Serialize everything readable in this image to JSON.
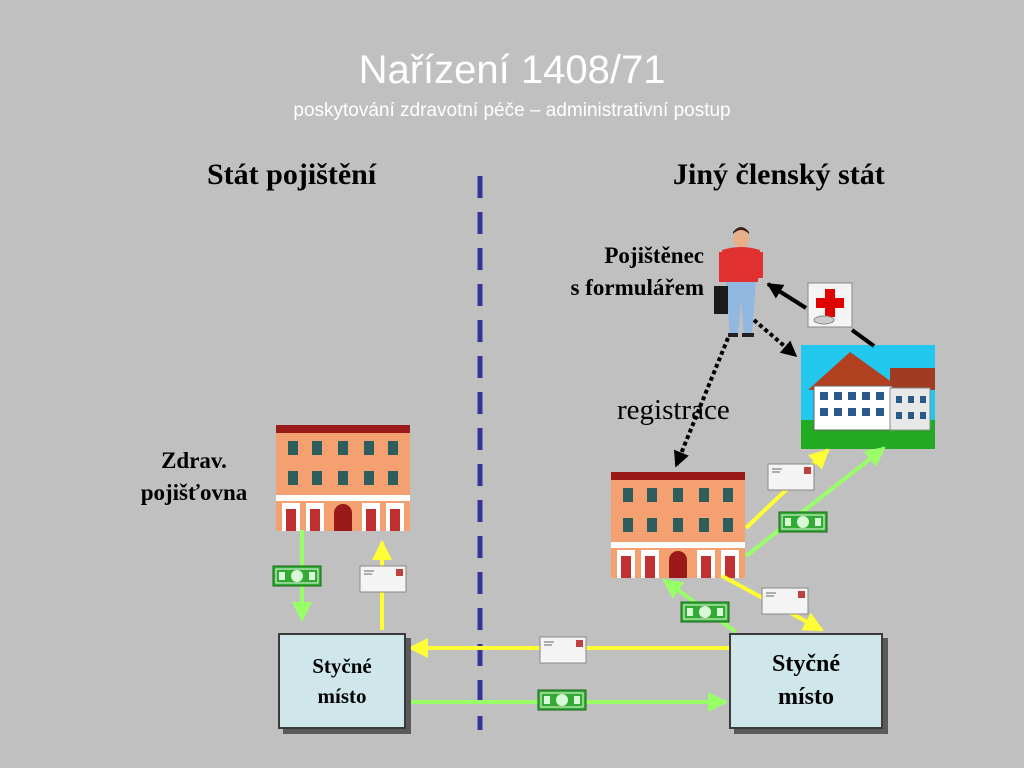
{
  "title": "Nařízení 1408/71",
  "subtitle": "poskytování zdravotní péče – administrativní postup",
  "left_header": "Stát pojištění",
  "right_header": "Jiný členský stát",
  "insured_label": [
    "Pojištěnec",
    "s formulářem"
  ],
  "insurer_label": [
    "Zdrav.",
    "pojišťovna"
  ],
  "registration_label": "registrace",
  "contact_point_left": [
    "Styčné",
    "místo"
  ],
  "contact_point_right": [
    "Styčné",
    "místo"
  ],
  "colors": {
    "background": "#c0c0c0",
    "divider": "#33339a",
    "document_flow": "#ffff33",
    "payment_flow": "#99ff66",
    "contact_box": "#cfe7ea",
    "building": "#f4a070",
    "roof": "#9a1a1a"
  },
  "icons": [
    "person-with-briefcase-icon",
    "medical-cross-icon",
    "hospital-building-icon",
    "office-building-icon",
    "envelope-icon",
    "banknote-icon"
  ]
}
